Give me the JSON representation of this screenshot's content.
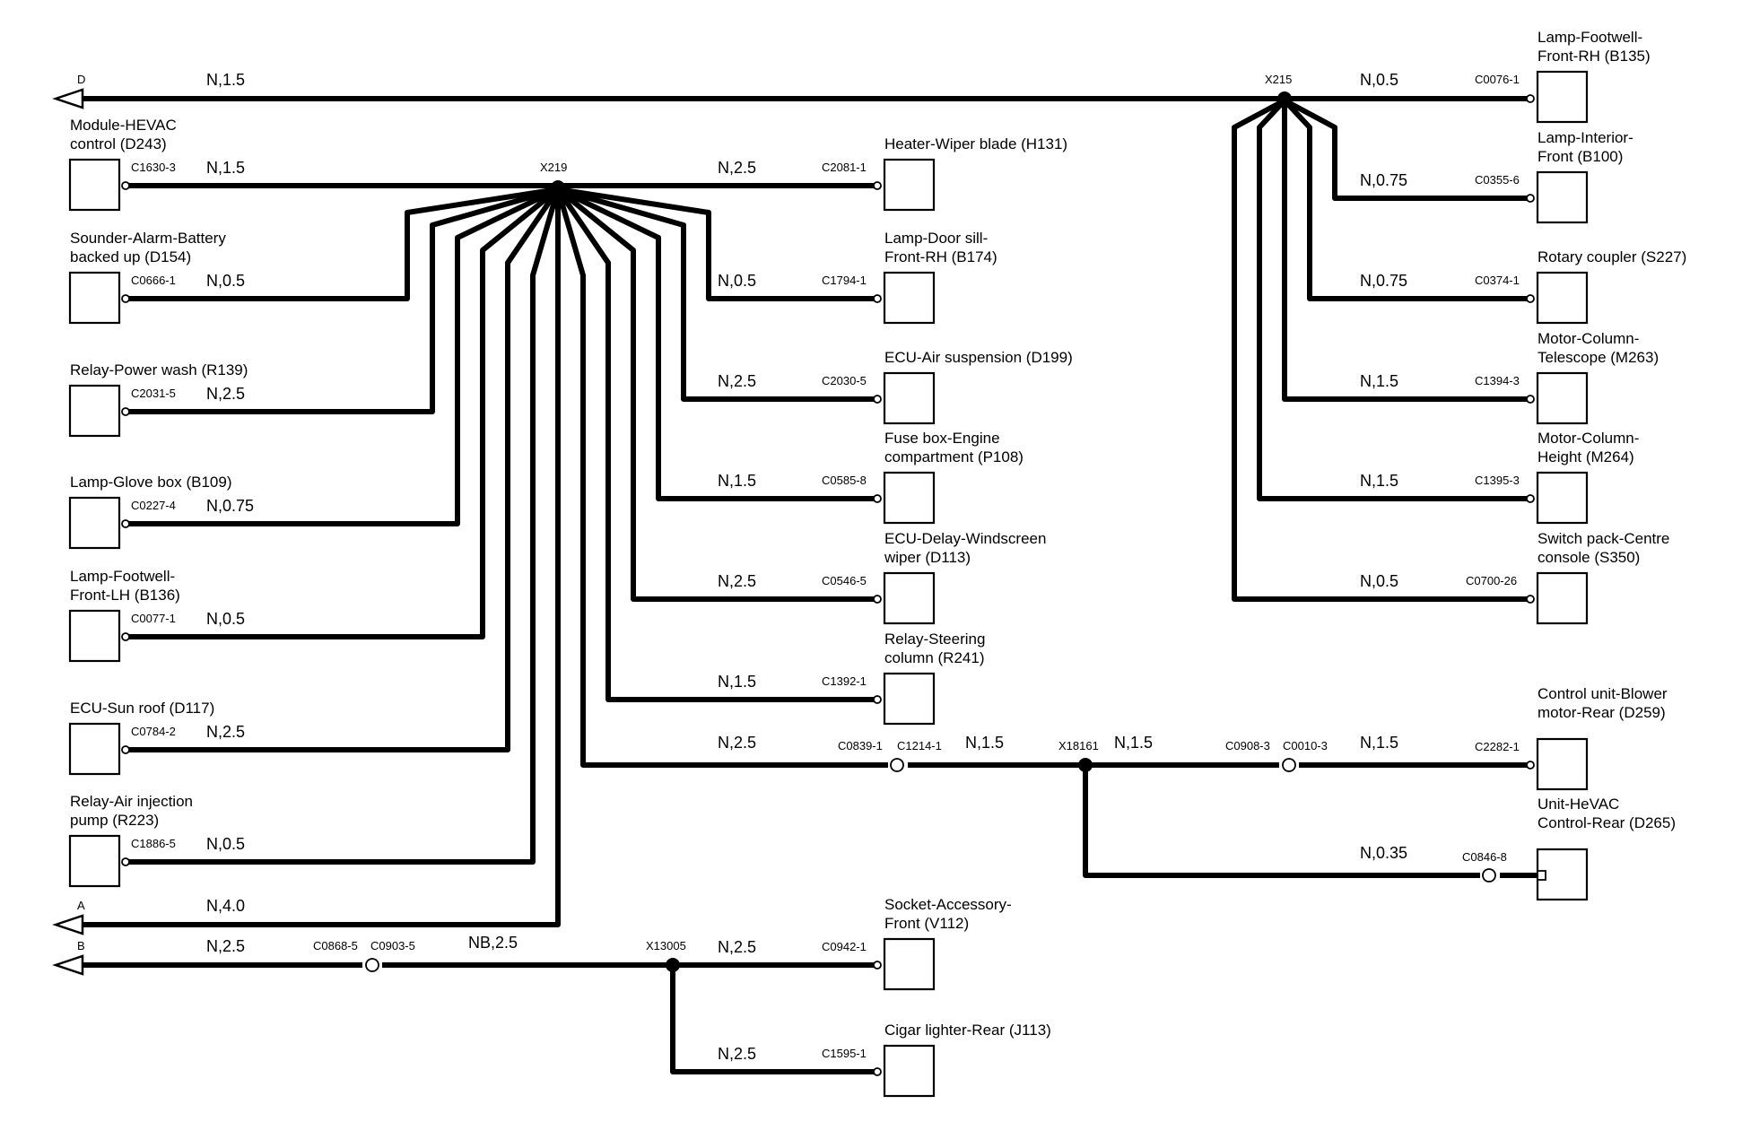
{
  "diagram": {
    "components": [
      {
        "id": "hevac",
        "lines": [
          "Module-HEVAC",
          "control (D243)"
        ],
        "connector": "C1630-3",
        "wire": "N,1.5"
      },
      {
        "id": "sounder",
        "lines": [
          "Sounder-Alarm-Battery",
          "backed up (D154)"
        ],
        "connector": "C0666-1",
        "wire": "N,0.5"
      },
      {
        "id": "powerwash",
        "lines": [
          "Relay-Power wash (R139)"
        ],
        "connector": "C2031-5",
        "wire": "N,2.5"
      },
      {
        "id": "glovebox",
        "lines": [
          "Lamp-Glove box (B109)"
        ],
        "connector": "C0227-4",
        "wire": "N,0.75"
      },
      {
        "id": "footwell_lh",
        "lines": [
          "Lamp-Footwell-",
          "Front-LH (B136)"
        ],
        "connector": "C0077-1",
        "wire": "N,0.5"
      },
      {
        "id": "sunroof",
        "lines": [
          "ECU-Sun roof (D117)"
        ],
        "connector": "C0784-2",
        "wire": "N,2.5"
      },
      {
        "id": "airinj",
        "lines": [
          "Relay-Air injection",
          "pump (R223)"
        ],
        "connector": "C1886-5",
        "wire": "N,0.5"
      },
      {
        "id": "heater_wiper",
        "lines": [
          "Heater-Wiper blade (H131)"
        ],
        "connector": "C2081-1",
        "wire": "N,2.5"
      },
      {
        "id": "door_sill",
        "lines": [
          "Lamp-Door sill-",
          "Front-RH (B174)"
        ],
        "connector": "C1794-1",
        "wire": "N,0.5"
      },
      {
        "id": "air_susp",
        "lines": [
          "ECU-Air suspension (D199)"
        ],
        "connector": "C2030-5",
        "wire": "N,2.5"
      },
      {
        "id": "fusebox",
        "lines": [
          "Fuse box-Engine",
          "compartment (P108)"
        ],
        "connector": "C0585-8",
        "wire": "N,1.5"
      },
      {
        "id": "delay_wiper",
        "lines": [
          "ECU-Delay-Windscreen",
          "wiper (D113)"
        ],
        "connector": "C0546-5",
        "wire": "N,2.5"
      },
      {
        "id": "steering",
        "lines": [
          "Relay-Steering",
          "column (R241)"
        ],
        "connector": "C1392-1",
        "wire": "N,1.5"
      },
      {
        "id": "socket_acc",
        "lines": [
          "Socket-Accessory-",
          "Front (V112)"
        ],
        "connector": "C0942-1",
        "wire": "N,2.5"
      },
      {
        "id": "cigar",
        "lines": [
          "Cigar lighter-Rear (J113)"
        ],
        "connector": "C1595-1",
        "wire": "N,2.5"
      },
      {
        "id": "footwell_rh",
        "lines": [
          "Lamp-Footwell-",
          "Front-RH (B135)"
        ],
        "connector": "C0076-1",
        "wire": "N,0.5"
      },
      {
        "id": "interior",
        "lines": [
          "Lamp-Interior-",
          "Front (B100)"
        ],
        "connector": "C0355-6",
        "wire": "N,0.75"
      },
      {
        "id": "rotary",
        "lines": [
          "Rotary coupler (S227)"
        ],
        "connector": "C0374-1",
        "wire": "N,0.75"
      },
      {
        "id": "telescope",
        "lines": [
          "Motor-Column-",
          "Telescope (M263)"
        ],
        "connector": "C1394-3",
        "wire": "N,1.5"
      },
      {
        "id": "height",
        "lines": [
          "Motor-Column-",
          "Height (M264)"
        ],
        "connector": "C1395-3",
        "wire": "N,1.5"
      },
      {
        "id": "switchpack",
        "lines": [
          "Switch pack-Centre",
          "console (S350)"
        ],
        "connector": "C0700-26",
        "wire": "N,0.5"
      },
      {
        "id": "blower",
        "lines": [
          "Control unit-Blower",
          "motor-Rear (D259)"
        ],
        "connector": "C2282-1",
        "wire": "N,1.5"
      },
      {
        "id": "hevac_rear",
        "lines": [
          "Unit-HeVAC",
          "Control-Rear (D265)"
        ],
        "connector": "C0846-8",
        "wire": "N,0.35"
      }
    ],
    "splices": {
      "x219": "X219",
      "x215": "X215",
      "x18161": "X18161",
      "x13005": "X13005"
    },
    "arrows": {
      "d": {
        "letter": "D",
        "wire": "N,1.5"
      },
      "a": {
        "letter": "A",
        "wire": "N,4.0"
      },
      "b": {
        "letter": "B",
        "wire": "N,2.5"
      }
    },
    "inline": {
      "c0839": "C0839-1",
      "c1214": "C1214-1",
      "c0908": "C0908-3",
      "c0010": "C0010-3",
      "c0868": "C0868-5",
      "c0903": "C0903-5",
      "wire_x219_out": "N,2.5",
      "wire_c1214_x18161": "N,1.5",
      "wire_x18161_c0908": "N,1.5",
      "wire_c0903_x13005": "NB,2.5"
    }
  }
}
